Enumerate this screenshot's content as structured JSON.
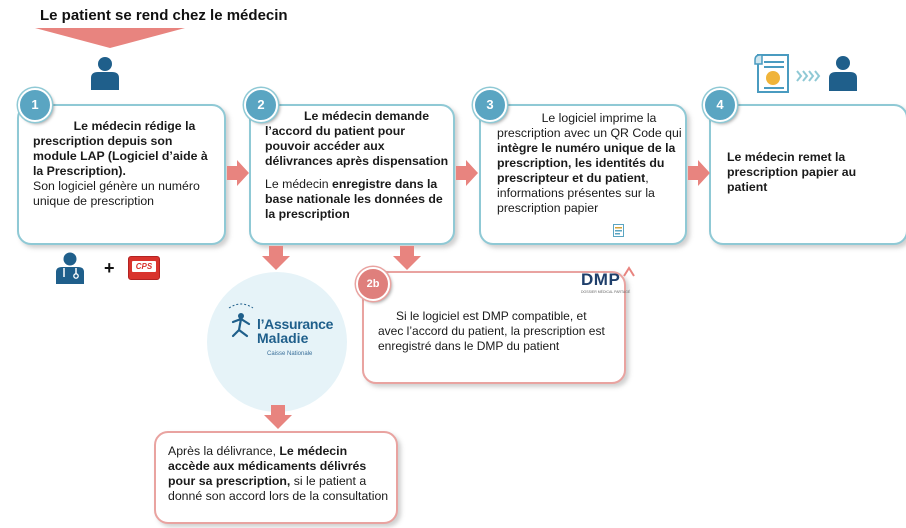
{
  "title": "Le patient se rend chez le médecin",
  "steps": [
    {
      "num": "1",
      "text_html": "<div style=\"text-align:center;padding-left:18px\"><b>Le médecin rédige la</b></div><b>prescription depuis son module LAP (Logiciel d’aide à la Prescription).</b><br>Son logiciel génère un numéro unique de prescription"
    },
    {
      "num": "2",
      "text_html": "<div style=\"text-align:center;padding-left:18px\"><b>Le médecin demande</b></div><b>l’accord du patient pour pouvoir accéder aux délivrances après dispensation</b><div style=\"height:8px\"></div>Le médecin <b>enregistre dans la base nationale les données de la prescription</b>"
    },
    {
      "num": "3",
      "text_html": "<div style=\"text-align:center;padding-left:18px\">Le logiciel imprime la</div>prescription avec un QR Code qui <b>intègre le numéro unique de la prescription, les identités du prescripteur et du patient</b>, informations présentes sur la prescription papier"
    },
    {
      "num": "4",
      "text_html": "<b>Le médecin remet la prescription papier au patient</b>"
    }
  ],
  "step2b": {
    "num": "2b",
    "text": "Si le logiciel est DMP compatible, et avec l’accord du patient, la prescription est enregistré dans le DMP du patient"
  },
  "bottom_box": {
    "text_html": "Après la délivrance, <b>Le médecin accède aux médicaments délivrés pour sa prescription,</b> si le patient a donné son accord lors de la consultation"
  },
  "logos": {
    "assurance_line1": "l’Assurance",
    "assurance_line2": "Maladie",
    "assurance_sub": "Caisse Nationale",
    "dmp": "DMP",
    "dmp_sub": "DOSSIER MÉDICAL PARTAGÉ",
    "cps": "CPS",
    "plus": "+"
  },
  "colors": {
    "teal": "#8fc9d5",
    "num_teal": "#5aa5c2",
    "pink_arrow": "#e8847f",
    "pink_border": "#e9a3a0",
    "person": "#1f5f8b"
  }
}
